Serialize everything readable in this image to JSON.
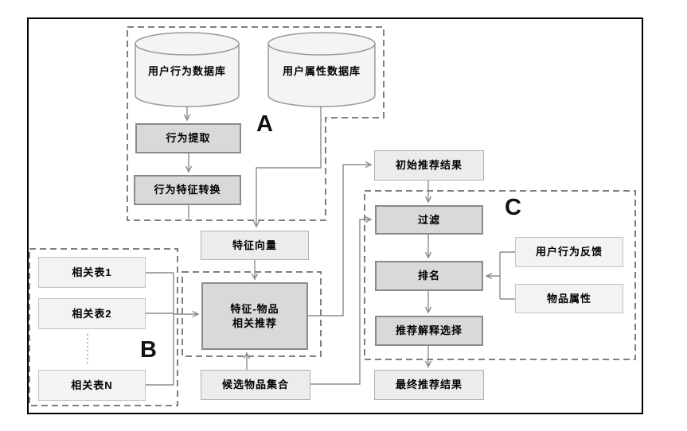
{
  "diagram": {
    "sections": {
      "a_label": "A",
      "b_label": "B",
      "c_label": "C"
    },
    "databases": {
      "user_behavior_db": "用户行为数据库",
      "user_attribute_db": "用户属性数据库"
    },
    "nodes": {
      "behavior_extraction": "行为提取",
      "behavior_feature_conversion": "行为特征转换",
      "feature_vector": "特征向量",
      "feature_item_recommendation": "特征-物品\n相关推荐",
      "related_table_1": "相关表1",
      "related_table_2": "相关表2",
      "related_table_n": "相关表N",
      "candidate_item_set": "候选物品集合",
      "initial_recommendation_result": "初始推荐结果",
      "filter": "过滤",
      "ranking": "排名",
      "recommendation_explanation_selection": "推荐解释选择",
      "final_recommendation_result": "最终推荐结果",
      "user_behavior_feedback": "用户行为反馈",
      "item_attributes": "物品属性"
    },
    "colors": {
      "process_box_fill": "#d9d9d9",
      "process_box_border": "#8a8a8a",
      "data_box_fill": "#ececec",
      "data_box_border": "#b0b0b0",
      "input_box_fill": "#f3f3f3",
      "input_box_border": "#c2c2c2",
      "cylinder_fill": "#f4f4f4",
      "connector": "#8c8c8c",
      "dashed_group_border": "#7f7f7f",
      "frame_border": "#000000"
    }
  }
}
